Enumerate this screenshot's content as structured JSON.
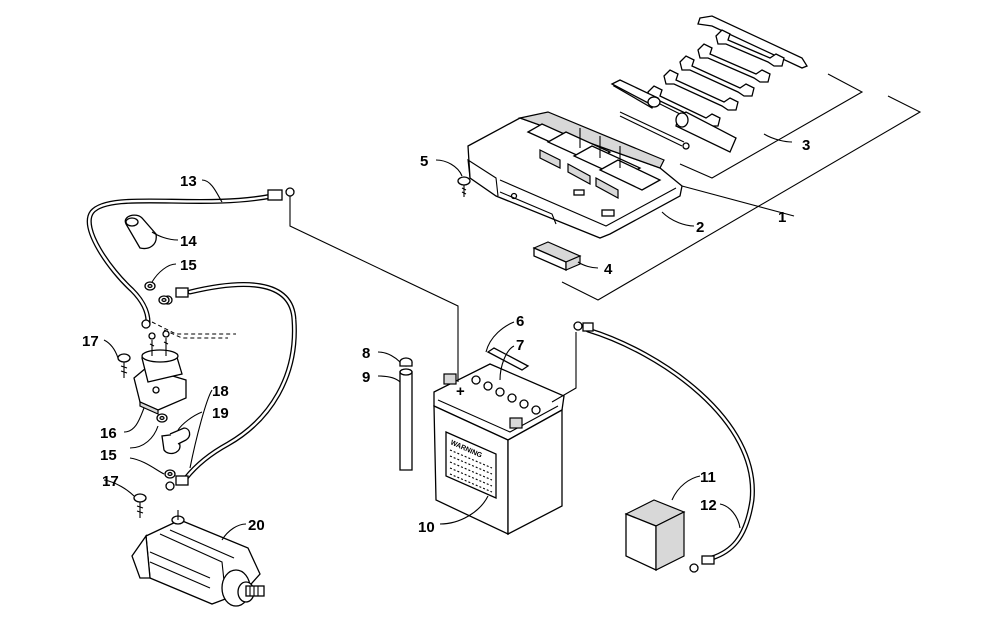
{
  "callouts": {
    "c1": "1",
    "c2": "2",
    "c3": "3",
    "c4": "4",
    "c5": "5",
    "c6": "6",
    "c7": "7",
    "c8": "8",
    "c9": "9",
    "c10": "10",
    "c11": "11",
    "c12": "12",
    "c13": "13",
    "c14": "14",
    "c15a": "15",
    "c15b": "15",
    "c16": "16",
    "c17a": "17",
    "c17b": "17",
    "c18": "18",
    "c19": "19",
    "c20": "20"
  },
  "battery": {
    "warning_label": "WARNING",
    "terminal_sign": "+"
  }
}
